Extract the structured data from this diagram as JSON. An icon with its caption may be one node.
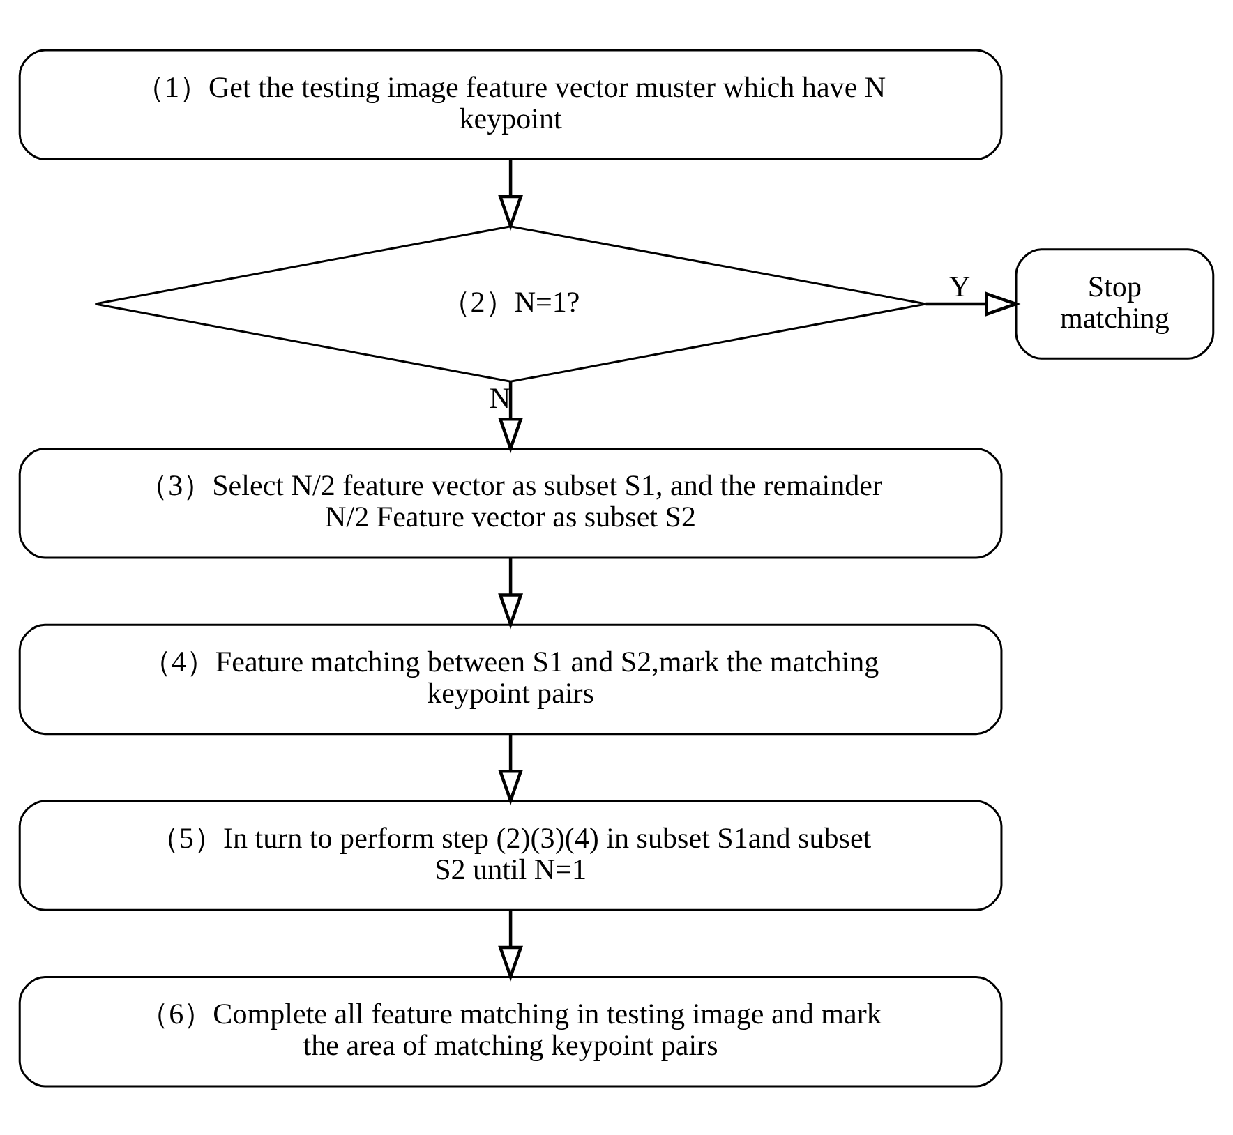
{
  "diagram": {
    "nodes": [
      {
        "text": [
          "（1）Get the testing image feature vector muster which have N keypoint"
        ]
      },
      {
        "text": [
          "（2）N=1?"
        ]
      },
      {
        "text": [
          "Stop matching"
        ]
      },
      {
        "text": [
          "（3）Select N/2 feature vector as subset S1, and the remainder N/2 Feature vector as subset S2"
        ]
      },
      {
        "text": [
          "（4）Feature matching between S1 and S2,mark the matching keypoint pairs"
        ]
      },
      {
        "text": [
          "（5）In turn to perform step (2)(3)(4) in subset S1and subset S2 until N=1"
        ]
      },
      {
        "text": [
          "（6）Complete all feature matching in testing image and mark the area of matching keypoint pairs"
        ]
      }
    ],
    "edges": [
      {
        "from": 0,
        "to": 1,
        "arrow": "to"
      },
      {
        "from": 1,
        "to": 2,
        "arrow": "to",
        "label": "Y"
      },
      {
        "from": 1,
        "to": 3,
        "arrow": "to",
        "label": "N"
      },
      {
        "from": 3,
        "to": 4,
        "arrow": "to"
      },
      {
        "from": 4,
        "to": 5,
        "arrow": "to"
      },
      {
        "from": 5,
        "to": 6,
        "arrow": "to"
      }
    ]
  }
}
